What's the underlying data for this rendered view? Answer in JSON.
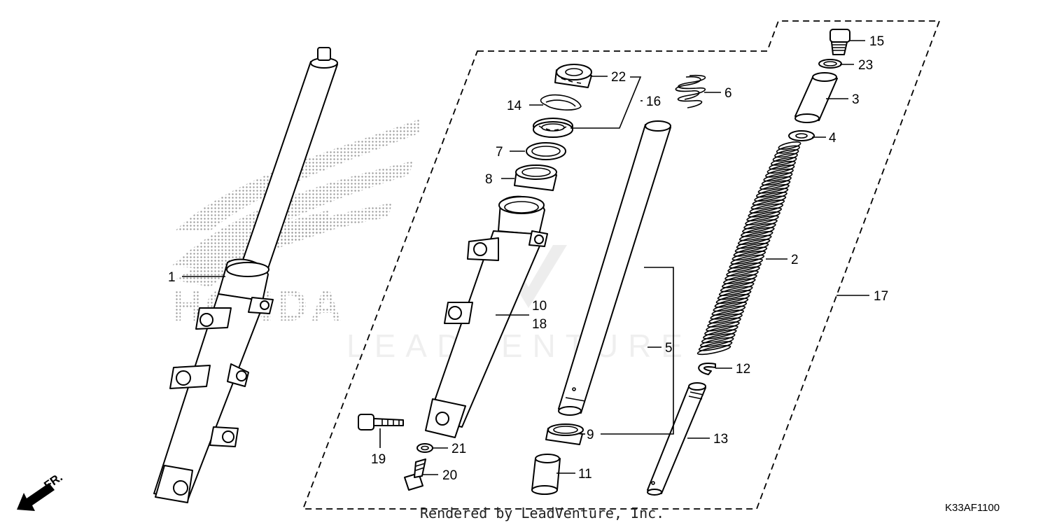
{
  "diagram": {
    "callouts": {
      "c1": "1",
      "c2": "2",
      "c3": "3",
      "c4": "4",
      "c5": "5",
      "c6": "6",
      "c7": "7",
      "c8": "8",
      "c9": "9",
      "c10": "10",
      "c11": "11",
      "c12": "12",
      "c13": "13",
      "c14": "14",
      "c15": "15",
      "c16": "16",
      "c17": "17",
      "c18": "18",
      "c19": "19",
      "c20": "20",
      "c21": "21",
      "c22": "22",
      "c23": "23"
    },
    "direction_label": "FR.",
    "diagram_code": "K33AF1100",
    "footer_text": "Rendered by LeadVenture, Inc.",
    "watermark_brand": "HONDA",
    "watermark_text": "LEADVENTURE"
  }
}
